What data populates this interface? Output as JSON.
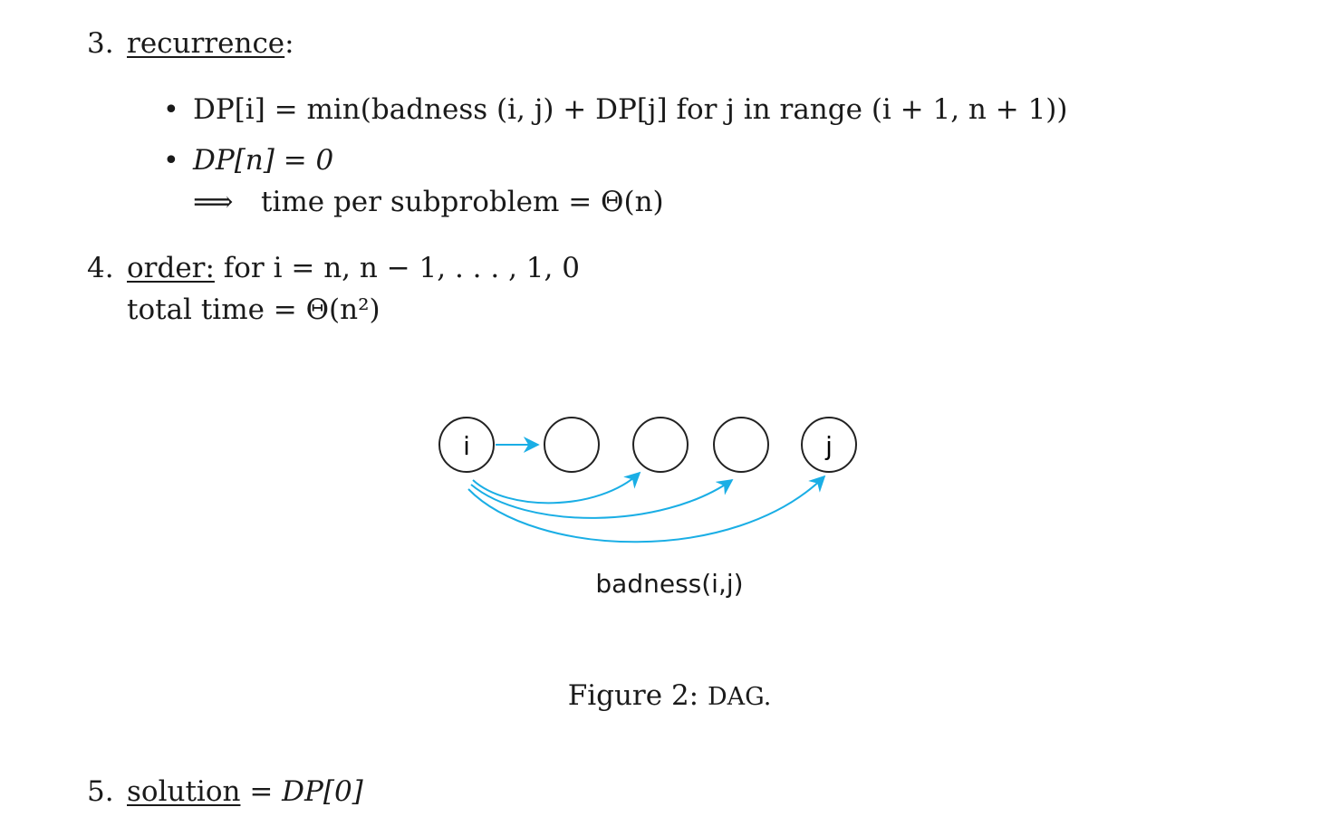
{
  "items": [
    {
      "number": "3.",
      "heading": "recurrence",
      "heading_suffix": ":"
    },
    {
      "number": "4.",
      "heading": "order:",
      "text": "for i = n, n − 1, . . . , 1, 0",
      "line2": "total time = Θ(n²)"
    },
    {
      "number": "5.",
      "heading": "solution",
      "text": "= DP[0]"
    }
  ],
  "bullets": [
    {
      "text": "DP[i] = min(badness (i, j) + DP[j] for j in range (i + 1, n + 1))"
    },
    {
      "text": "DP[n] = 0"
    }
  ],
  "implication": {
    "arrow": "⟹",
    "text": "time per subproblem = Θ(n)"
  },
  "figure": {
    "nodes": [
      "i",
      "",
      "",
      "",
      "j"
    ],
    "edge_label": "badness(i,j)",
    "caption_prefix": "Figure 2:",
    "caption_text": "DAG.",
    "arrow_color": "#1aaee5"
  }
}
